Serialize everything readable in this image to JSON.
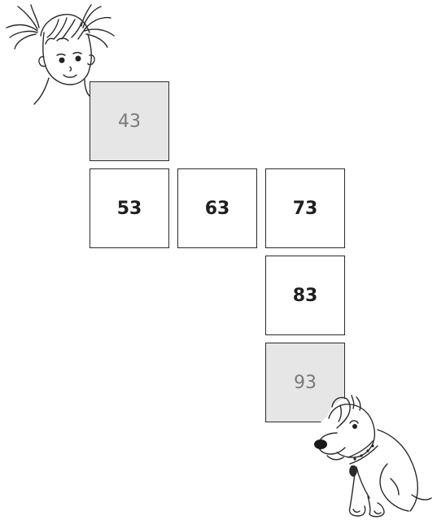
{
  "path": {
    "start_value": "43",
    "squares": [
      "53",
      "63",
      "73",
      "83"
    ],
    "end_value": "93"
  },
  "colors": {
    "shaded": "#e6e6e6",
    "border": "#2b2b2b"
  },
  "characters": {
    "start": "girl-icon",
    "end": "dog-icon"
  }
}
